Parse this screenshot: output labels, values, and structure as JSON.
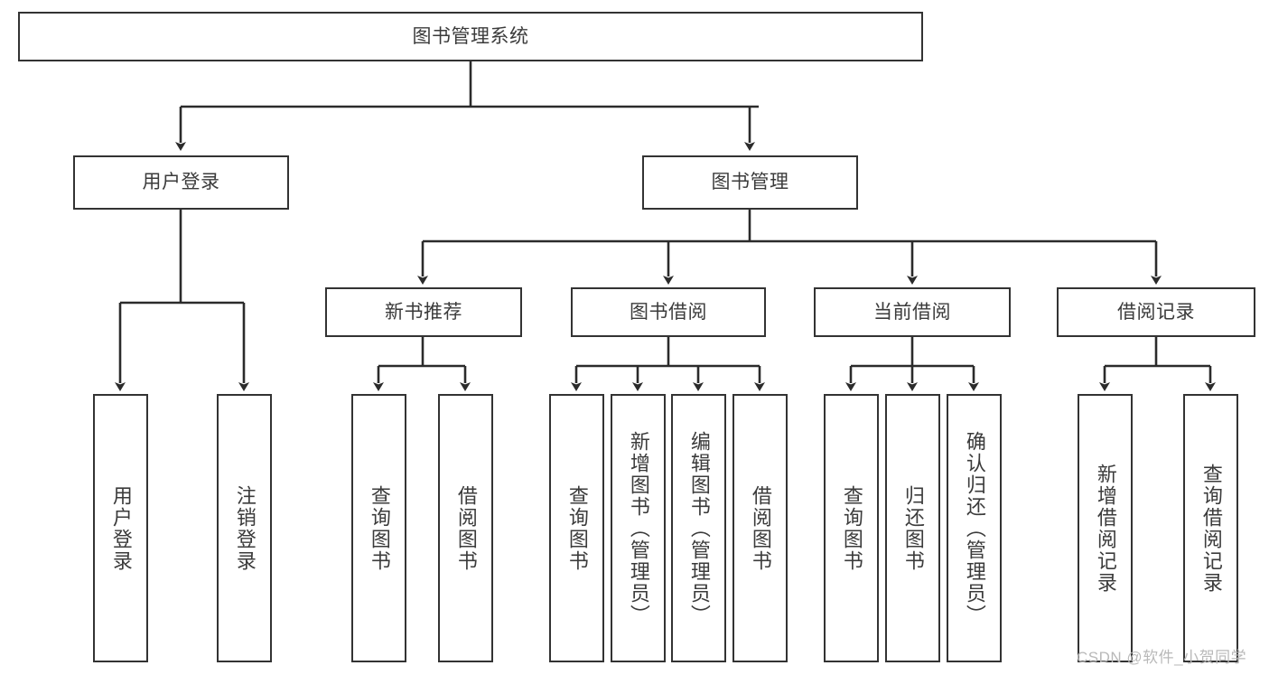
{
  "diagram": {
    "type": "tree-hierarchy-chart",
    "title": "图书管理系统",
    "root": {
      "id": "root",
      "label": "图书管理系统"
    },
    "level1": [
      {
        "id": "user-login",
        "label": "用户登录"
      },
      {
        "id": "book-manage",
        "label": "图书管理"
      }
    ],
    "level2": [
      {
        "id": "new-book-rec",
        "label": "新书推荐"
      },
      {
        "id": "book-borrow",
        "label": "图书借阅"
      },
      {
        "id": "current-borrow",
        "label": "当前借阅"
      },
      {
        "id": "borrow-record",
        "label": "借阅记录"
      }
    ],
    "leaves": [
      {
        "id": "leaf-user-login",
        "label": "用户登录",
        "parent": "user-login"
      },
      {
        "id": "leaf-logout",
        "label": "注销登录",
        "parent": "user-login"
      },
      {
        "id": "leaf-query-book-1",
        "label": "查询图书",
        "parent": "new-book-rec"
      },
      {
        "id": "leaf-borrow-book-1",
        "label": "借阅图书",
        "parent": "new-book-rec"
      },
      {
        "id": "leaf-query-book-2",
        "label": "查询图书",
        "parent": "book-borrow"
      },
      {
        "id": "leaf-add-book",
        "label": "新增图书（管理员）",
        "parent": "book-borrow"
      },
      {
        "id": "leaf-edit-book",
        "label": "编辑图书（管理员）",
        "parent": "book-borrow"
      },
      {
        "id": "leaf-borrow-book-2",
        "label": "借阅图书",
        "parent": "book-borrow"
      },
      {
        "id": "leaf-query-book-3",
        "label": "查询图书",
        "parent": "current-borrow"
      },
      {
        "id": "leaf-return-book",
        "label": "归还图书",
        "parent": "current-borrow"
      },
      {
        "id": "leaf-confirm-return",
        "label": "确认归还（管理员）",
        "parent": "current-borrow"
      },
      {
        "id": "leaf-add-record",
        "label": "新增借阅记录",
        "parent": "borrow-record"
      },
      {
        "id": "leaf-query-record",
        "label": "查询借阅记录",
        "parent": "borrow-record"
      }
    ],
    "watermark": "CSDN @软件_小贺同学",
    "colors": {
      "box_border": "#333333",
      "box_fill": "#ffffff",
      "text": "#3b3b3b",
      "edge": "#2b2b2b",
      "watermark": "#b9b9b9",
      "background": "#ffffff"
    }
  }
}
